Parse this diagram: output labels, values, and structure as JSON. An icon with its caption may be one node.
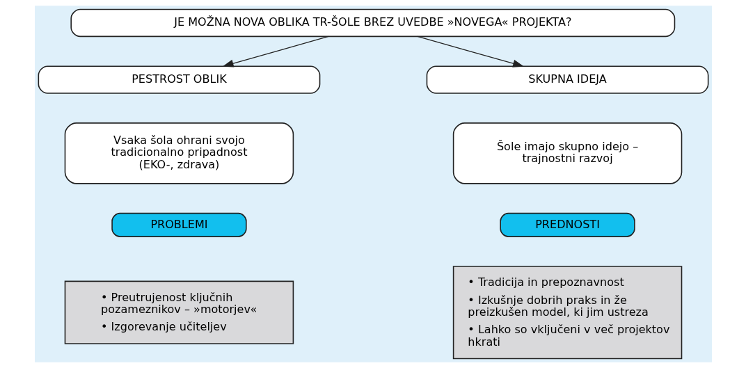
{
  "diagram": {
    "nodes": [
      {
        "text": [
          "JE MOŽNA NOVA OBLIKA TR-ŠOLE BREZ UVEDBE »NOVEGA« PROJEKTA?"
        ]
      },
      {
        "text": [
          "PESTROST OBLIK"
        ]
      },
      {
        "text": [
          "SKUPNA IDEJA"
        ]
      },
      {
        "text": [
          "Vsaka šola ohrani svojo tradicionalno pripadnost (EKO-, zdrava)"
        ]
      },
      {
        "text": [
          "Šole imajo skupno idejo – trajnostni razvoj"
        ]
      },
      {
        "text": [
          "PROBLEMI"
        ]
      },
      {
        "text": [
          "PREDNOSTI"
        ]
      },
      {
        "text": [
          "• Preutrujenost ključnih pozameznikov – »motorjev«",
          "• Izgorevanje učiteljev"
        ]
      },
      {
        "text": [
          "• Tradicija in prepoznavnost",
          "• Izkušnje dobrih praks in že preizkušen model, ki jim ustreza",
          "• Lahko so vključeni v več projektov hkrati"
        ]
      }
    ],
    "edges": [
      {
        "from": 0,
        "to": 1,
        "arrow": "to"
      },
      {
        "from": 0,
        "to": 2,
        "arrow": "to"
      }
    ]
  }
}
